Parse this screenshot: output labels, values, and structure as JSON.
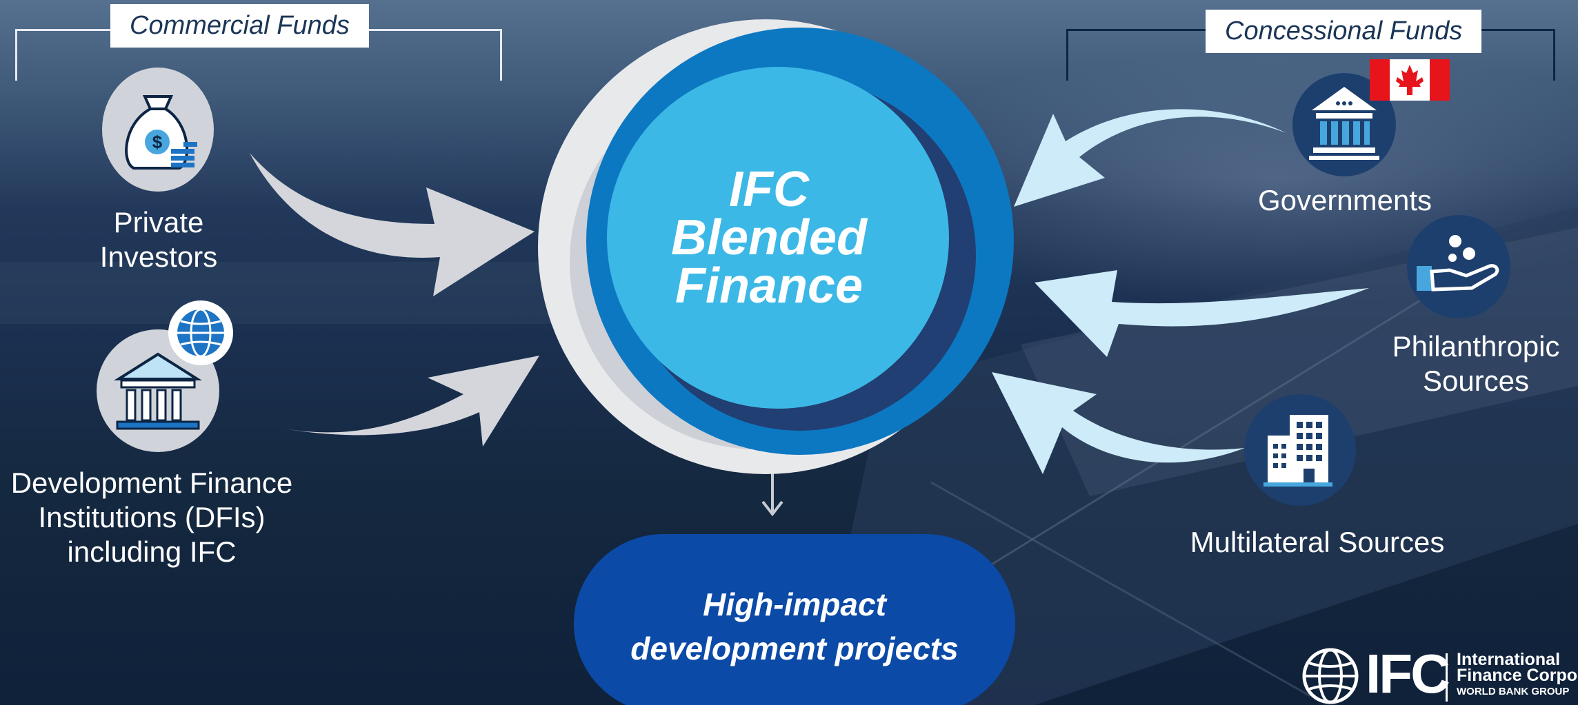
{
  "commercial": {
    "title": "Commercial Funds",
    "sources": [
      {
        "label_lines": [
          "Private",
          "Investors"
        ],
        "icon": "money-bag-icon"
      },
      {
        "label_lines": [
          "Development Finance",
          "Institutions (DFIs)",
          "including IFC"
        ],
        "icon": "bank-building-icon",
        "badge": "globe-icon"
      }
    ]
  },
  "concessional": {
    "title": "Concessional Funds",
    "sources": [
      {
        "label_lines": [
          "Governments"
        ],
        "icon": "government-building-icon",
        "flag": "canada-flag-icon"
      },
      {
        "label_lines": [
          "Philanthropic",
          "Sources"
        ],
        "icon": "giving-hand-icon"
      },
      {
        "label_lines": [
          "Multilateral Sources"
        ],
        "icon": "office-building-icon"
      }
    ]
  },
  "center": {
    "title_lines": [
      "IFC",
      "Blended",
      "Finance"
    ]
  },
  "outcome": {
    "lines": [
      "High-impact",
      "development projects"
    ]
  },
  "logo": {
    "abbreviation": "IFC",
    "name_lines": [
      "International",
      "Finance Corpor"
    ],
    "group": "WORLD BANK GROUP"
  },
  "colors": {
    "commercial_arrow": "#d4d6db",
    "concessional_arrow": "#cdebf8",
    "core_light_blue": "#3cb8e6",
    "core_dark_blue": "#0c78c2",
    "core_navy": "#213f73",
    "outer_ring": "#e8e9eb",
    "outcome_pill": "#0b4aa6"
  }
}
